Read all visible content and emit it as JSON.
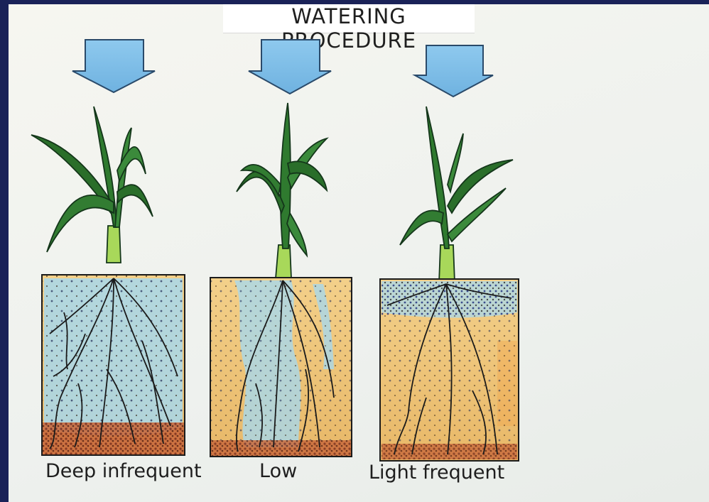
{
  "title": "WATERING PROCEDURE",
  "panels": [
    {
      "label": "Deep infrequent",
      "water_zone": "whole root zone"
    },
    {
      "label": "Low",
      "water_zone": "irregular streaks"
    },
    {
      "label": "Light frequent",
      "water_zone": "surface only"
    }
  ],
  "colors": {
    "water_arrow": "#7fbfe8",
    "leaf": "#2f7a2f",
    "stem_base": "#a8d85a",
    "soil": "#f0c878",
    "moisture": "#a8d8ec",
    "background": "#1a2258"
  },
  "icons": [
    "down-arrow-icon",
    "corn-plant-icon",
    "root-system-icon"
  ]
}
